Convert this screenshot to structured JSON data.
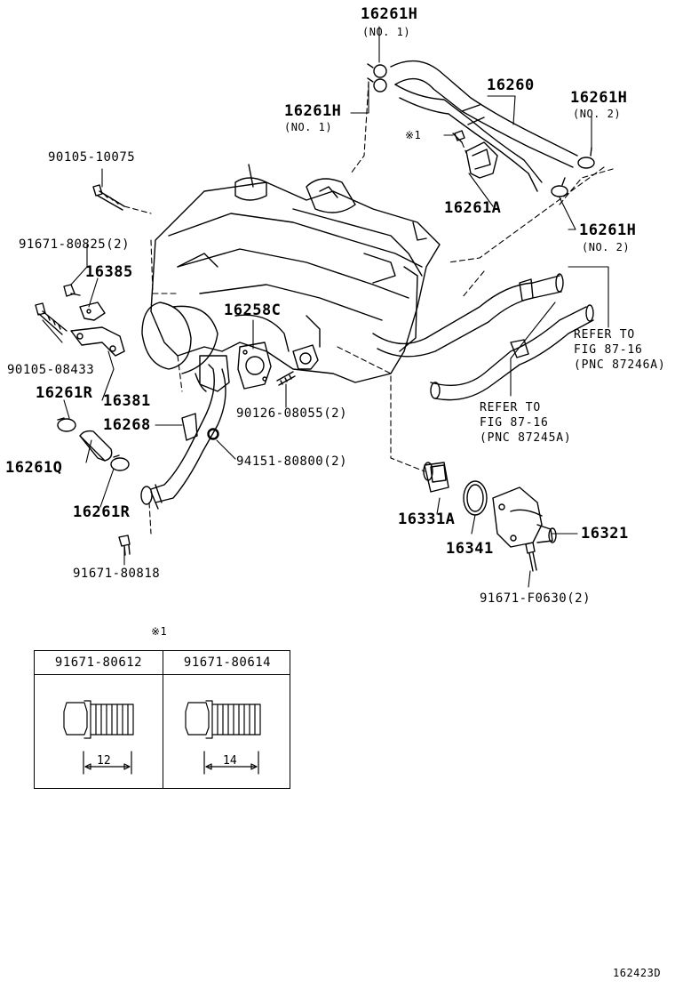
{
  "labels": {
    "p16261H_top": "16261H",
    "p16261H_top_no": "(NO. 1)",
    "p16261H_left": "16261H",
    "p16261H_left_no": "(NO. 1)",
    "p16260": "16260",
    "p16261H_right": "16261H",
    "p16261H_right_no": "(NO. 2)",
    "star_note": "※1",
    "p16261A": "16261A",
    "p16261H_lower": "16261H",
    "p16261H_lower_no": "(NO. 2)",
    "p90105_10075": "90105-10075",
    "p91671_80825": "91671-80825(2)",
    "p16385": "16385",
    "p90105_08433": "90105-08433",
    "p16381": "16381",
    "p16258C": "16258C",
    "p16261R_a": "16261R",
    "p16268": "16268",
    "p16261Q": "16261Q",
    "p16261R_b": "16261R",
    "p91671_80818": "91671-80818",
    "p94151_80800": "94151-80800(2)",
    "p90126_08055": "90126-08055(2)",
    "ref_top": [
      "REFER TO",
      "FIG 87-16",
      "(PNC 87246A)"
    ],
    "ref_mid": [
      "REFER TO",
      "FIG 87-16",
      "(PNC 87245A)"
    ],
    "p16331A": "16331A",
    "p16341": "16341",
    "p16321": "16321",
    "p91671_F0630": "91671-F0630(2)",
    "diagram_id": "162423D"
  },
  "bolt_table": {
    "mark": "※1",
    "columns": [
      {
        "part_no": "91671-80612",
        "length": "12"
      },
      {
        "part_no": "91671-80614",
        "length": "14"
      }
    ]
  }
}
